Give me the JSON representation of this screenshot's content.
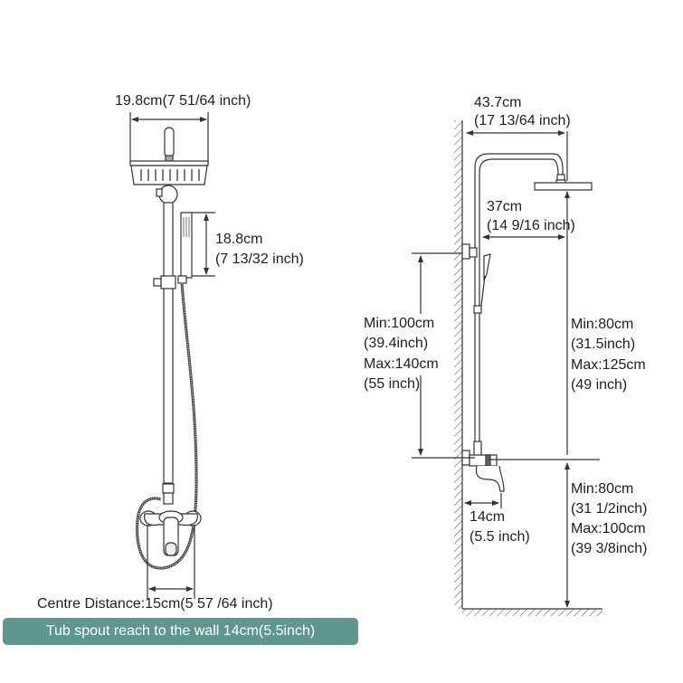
{
  "colors": {
    "line": "#333333",
    "banner_bg": "#5f968f",
    "banner_text": "#ffffff"
  },
  "front_view": {
    "head_width": "19.8cm(7 51/64 inch)",
    "handshower_length_cm": "18.8cm",
    "handshower_length_in": "(7 13/32 inch)",
    "centre_distance": "Centre Distance:15cm(5 57 /64 inch)"
  },
  "side_view": {
    "arm_reach_cm": "43.7cm",
    "arm_reach_in": "(17 13/64 inch)",
    "head_offset_cm": "37cm",
    "head_offset_in": "(14 9/16 inch)",
    "bracket_height": {
      "min_cm": "Min:100cm",
      "min_in": "(39.4inch)",
      "max_cm": "Max:140cm",
      "max_in": "(55 inch)"
    },
    "riser_height": {
      "min_cm": "Min:80cm",
      "min_in": "(31.5inch)",
      "max_cm": "Max:125cm",
      "max_in": "(49 inch)"
    },
    "spout_reach_cm": "14cm",
    "spout_reach_in": "(5.5 inch)",
    "mixer_height": {
      "min_cm": "Min:80cm",
      "min_in": "(31 1/2inch)",
      "max_cm": "Max:100cm",
      "max_in": "(39 3/8inch)"
    }
  },
  "banner": {
    "text": "Tub spout reach to the wall 14cm(5.5inch)"
  }
}
